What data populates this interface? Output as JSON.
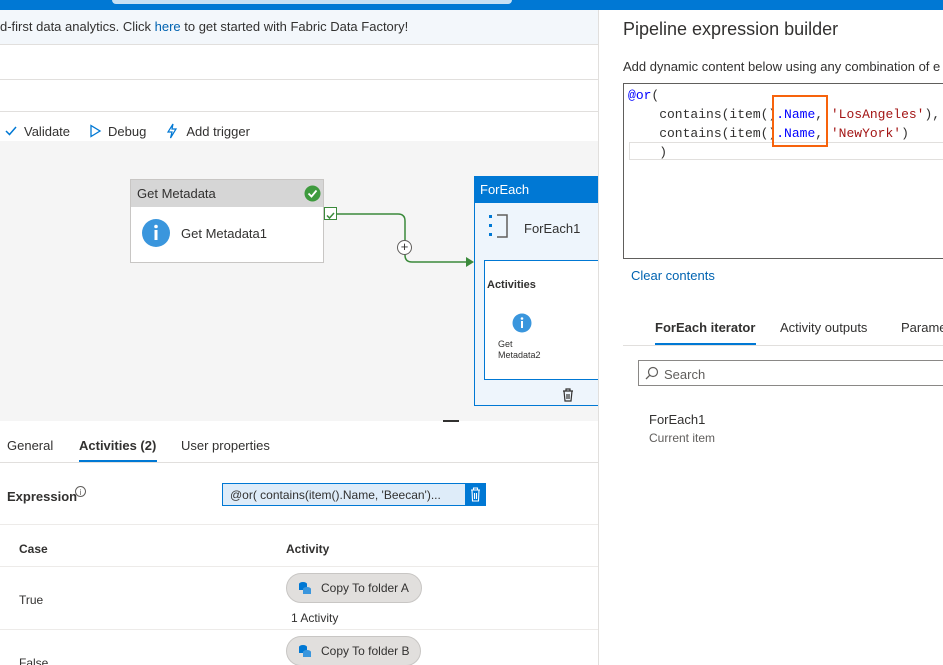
{
  "banner": {
    "text_before": "d-first data analytics. Click ",
    "link": "here",
    "text_after": " to get started with Fabric Data Factory!"
  },
  "toolbar": {
    "validate": "Validate",
    "debug": "Debug",
    "add_trigger": "Add trigger"
  },
  "canvas": {
    "get_metadata": {
      "type_label": "Get Metadata",
      "name": "Get Metadata1"
    },
    "foreach": {
      "type_label": "ForEach",
      "name": "ForEach1",
      "activities_label": "Activities",
      "inner_activity_line1": "Get",
      "inner_activity_line2": "Metadata2"
    }
  },
  "bottom": {
    "tabs": [
      "General",
      "Activities (2)",
      "User properties"
    ],
    "active_tab": "Activities (2)",
    "expression_label": "Expression",
    "expression_value": "@or( contains(item().Name, 'Beecan')...",
    "case_header": "Case",
    "activity_header": "Activity",
    "rows": [
      {
        "case": "True",
        "activity": "Copy To folder A",
        "count": "1 Activity"
      },
      {
        "case": "False",
        "activity": "Copy To folder B"
      }
    ]
  },
  "builder": {
    "title": "Pipeline expression builder",
    "subtitle": "Add dynamic content below using any combination of e",
    "code_lines": {
      "l1a": "@",
      "l1b": "or",
      "l1c": "(",
      "l2a": "    contains(item()",
      "l2b": ".Name",
      "l2c": ", ",
      "l2d": "'LosAngeles'",
      "l2e": "),",
      "l3a": "    contains(item()",
      "l3b": ".Name",
      "l3c": ", ",
      "l3d": "'NewYork'",
      "l3e": ")",
      "l4": "    )"
    },
    "clear": "Clear contents",
    "tabs": [
      "ForEach iterator",
      "Activity outputs",
      "Parame"
    ],
    "search_placeholder": "Search",
    "item_name": "ForEach1",
    "item_desc": "Current item"
  },
  "colors": {
    "accent": "#0078d4",
    "highlight": "#f7630c",
    "success": "#107c10"
  }
}
